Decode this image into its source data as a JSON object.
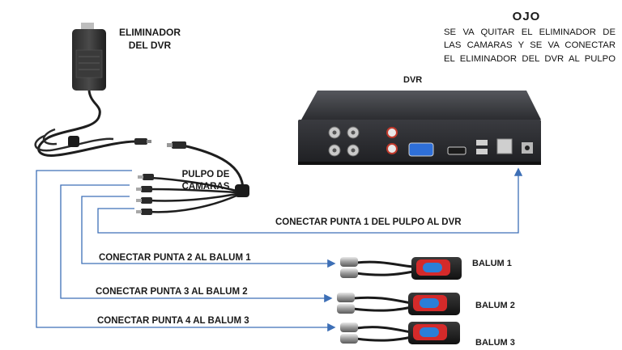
{
  "note": {
    "title": "OJO",
    "lines": [
      "SE VA QUITAR EL ELIMINADOR DE",
      "LAS CAMARAS Y SE VA CONECTAR",
      "EL ELIMINADOR DEL DVR AL PULPO"
    ]
  },
  "labels": {
    "eliminador_line1": "ELIMINADOR",
    "eliminador_line2": "DEL DVR",
    "dvr": "DVR",
    "pulpo_line1": "PULPO DE",
    "pulpo_line2": "CAMARAS",
    "connect_1": "CONECTAR PUNTA 1 DEL PULPO AL DVR",
    "connect_2": "CONECTAR PUNTA 2 AL BALUM 1",
    "connect_3": "CONECTAR PUNTA 3 AL BALUM 2",
    "connect_4": "CONECTAR PUNTA 4 AL BALUM 3",
    "balum_1": "BALUM 1",
    "balum_2": "BALUM 2",
    "balum_3": "BALUM 3"
  },
  "colors": {
    "connector_line": "#3d6fb6",
    "device_body": "#2f3035",
    "balun_accent": "#d42a2a",
    "balun_button": "#2a7fd8"
  }
}
